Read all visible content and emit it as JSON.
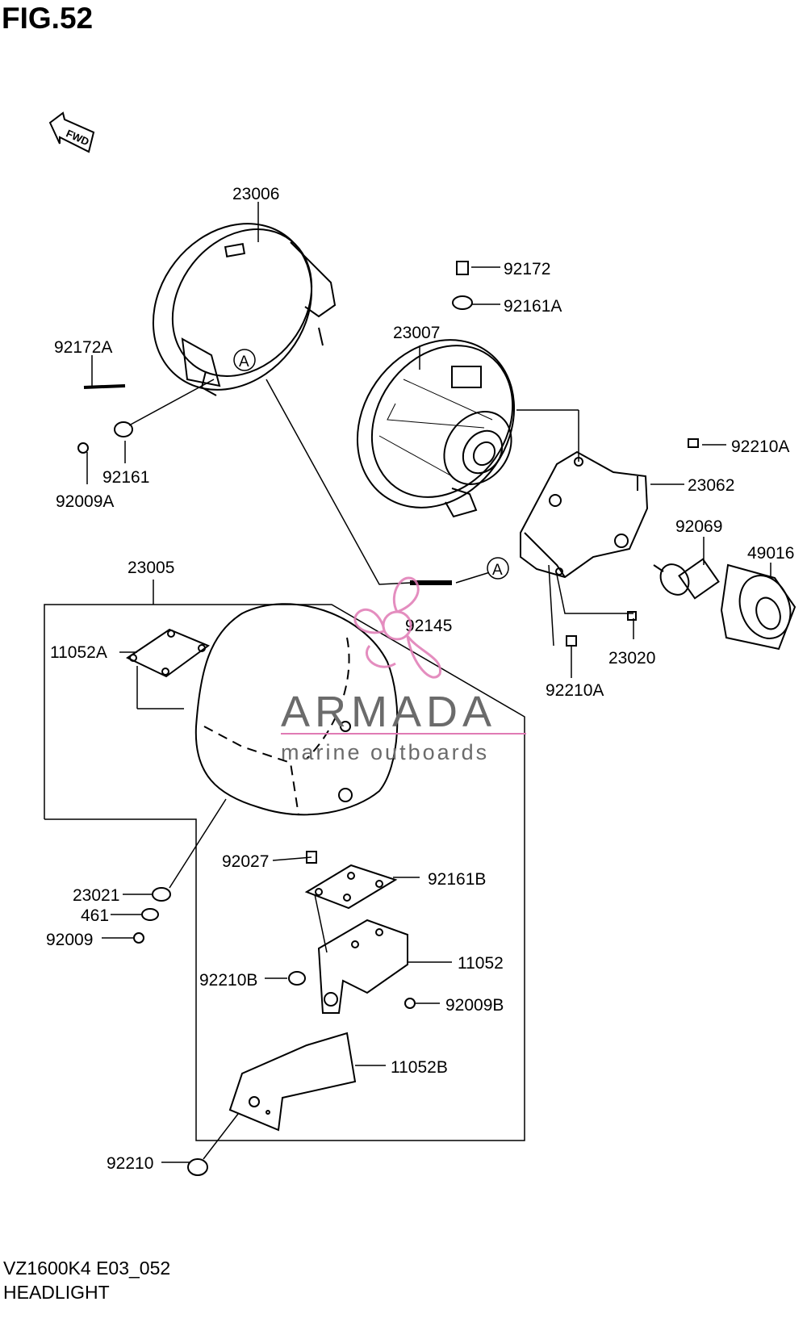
{
  "figure": {
    "title": "FIG.52",
    "model_code": "VZ1600K4 E03_052",
    "section": "HEADLIGHT"
  },
  "orientation_arrow": {
    "label": "FWD"
  },
  "callouts": {
    "ref_a_1": "A",
    "ref_a_2": "A"
  },
  "parts": {
    "p23006": "23006",
    "p92172": "92172",
    "p92161A": "92161A",
    "p23007": "23007",
    "p92172A": "92172A",
    "p92161": "92161",
    "p92009A": "92009A",
    "p92210A_top": "92210A",
    "p23062": "23062",
    "p92069": "92069",
    "p49016": "49016",
    "p23005": "23005",
    "p11052A": "11052A",
    "p92145": "92145",
    "p23020": "23020",
    "p92210A_bottom": "92210A",
    "p92027": "92027",
    "p92161B": "92161B",
    "p23021": "23021",
    "p461": "461",
    "p92009": "92009",
    "p11052": "11052",
    "p92210B": "92210B",
    "p92009B": "92009B",
    "p11052B": "11052B",
    "p92210": "92210"
  },
  "watermark": {
    "brand": "ARMADA",
    "tagline": "marine outboards",
    "color": "#e07ab4"
  }
}
